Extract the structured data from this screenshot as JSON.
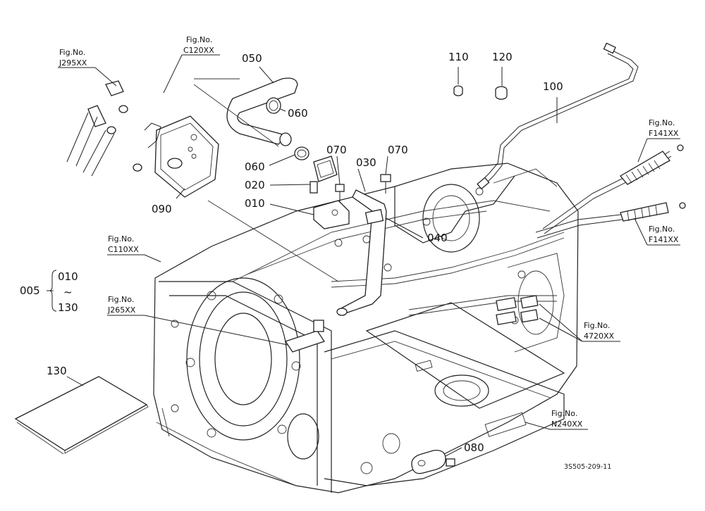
{
  "callouts": {
    "p005": "005",
    "p010": "010",
    "p010_range": "010",
    "p020": "020",
    "p030": "030",
    "p040": "040",
    "p050": "050",
    "p060_top": "060",
    "p060_left": "060",
    "p070_left": "070",
    "p070_right": "070",
    "p080": "080",
    "p090": "090",
    "p100": "100",
    "p110": "110",
    "p120": "120",
    "p130": "130",
    "p130_range": "130",
    "tilde": "~"
  },
  "figrefs": {
    "fig_label": "Fig.No.",
    "j295": "J295XX",
    "c120": "C120XX",
    "f141_top": "F141XX",
    "f141_bottom": "F141XX",
    "c110": "C110XX",
    "j265": "J265XX",
    "r4720": "4720XX",
    "n240": "N240XX"
  },
  "drawing_code": "3S505-209-11"
}
